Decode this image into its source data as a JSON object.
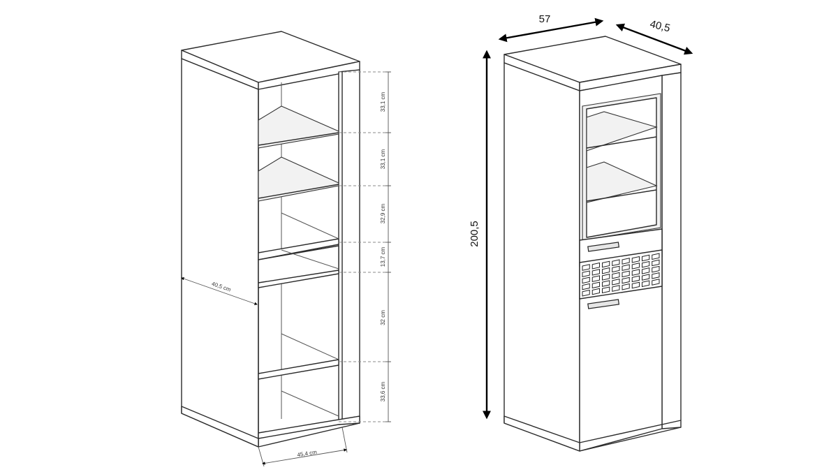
{
  "left_drawing": {
    "shelf_heights": [
      "33,1 cm",
      "33,1 cm",
      "32,9 cm",
      "13,7 cm",
      "32 cm",
      "33,6 cm"
    ],
    "depth_label": "40,5 cm",
    "inner_width_label": "45,4 cm"
  },
  "right_drawing": {
    "width_label": "57",
    "depth_label": "40,5",
    "height_label": "200,5"
  }
}
